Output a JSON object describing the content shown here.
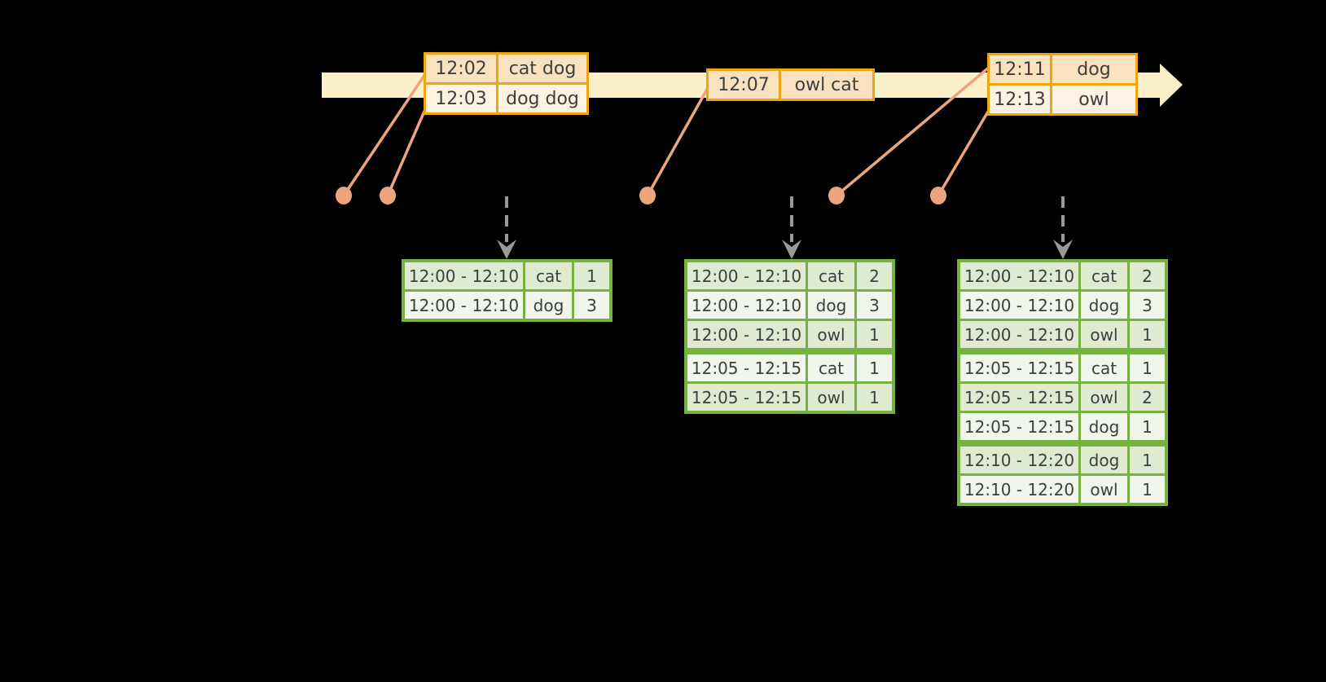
{
  "colors": {
    "background": "#000000",
    "timeline_band": "#FBF0CA",
    "event_border": "#EFA50F",
    "event_row_dark": "#FAE1BF",
    "event_row_light": "#FDF3E3",
    "connector": "#EDA57E",
    "result_border": "#77B142",
    "result_row_dark": "#DFEBD1",
    "result_row_light": "#F1F6EC",
    "arrow_gray": "#9A9A9A",
    "text": "#3E3E3E"
  },
  "event_tables": [
    {
      "rows": [
        {
          "time": "12:02",
          "words": "cat dog"
        },
        {
          "time": "12:03",
          "words": "dog dog"
        }
      ]
    },
    {
      "rows": [
        {
          "time": "12:07",
          "words": "owl cat"
        }
      ]
    },
    {
      "rows": [
        {
          "time": "12:11",
          "words": "dog"
        },
        {
          "time": "12:13",
          "words": "owl"
        }
      ]
    }
  ],
  "result_tables": [
    {
      "group_breaks": [],
      "rows": [
        {
          "window": "12:00 - 12:10",
          "word": "cat",
          "count": "1"
        },
        {
          "window": "12:00 - 12:10",
          "word": "dog",
          "count": "3"
        }
      ]
    },
    {
      "group_breaks": [
        3
      ],
      "rows": [
        {
          "window": "12:00 - 12:10",
          "word": "cat",
          "count": "2"
        },
        {
          "window": "12:00 - 12:10",
          "word": "dog",
          "count": "3"
        },
        {
          "window": "12:00 - 12:10",
          "word": "owl",
          "count": "1"
        },
        {
          "window": "12:05 - 12:15",
          "word": "cat",
          "count": "1"
        },
        {
          "window": "12:05 - 12:15",
          "word": "owl",
          "count": "1"
        }
      ]
    },
    {
      "group_breaks": [
        3,
        6
      ],
      "rows": [
        {
          "window": "12:00 - 12:10",
          "word": "cat",
          "count": "2"
        },
        {
          "window": "12:00 - 12:10",
          "word": "dog",
          "count": "3"
        },
        {
          "window": "12:00 - 12:10",
          "word": "owl",
          "count": "1"
        },
        {
          "window": "12:05 - 12:15",
          "word": "cat",
          "count": "1"
        },
        {
          "window": "12:05 - 12:15",
          "word": "owl",
          "count": "2"
        },
        {
          "window": "12:05 - 12:15",
          "word": "dog",
          "count": "1"
        },
        {
          "window": "12:10 - 12:20",
          "word": "dog",
          "count": "1"
        },
        {
          "window": "12:10 - 12:20",
          "word": "owl",
          "count": "1"
        }
      ]
    }
  ]
}
